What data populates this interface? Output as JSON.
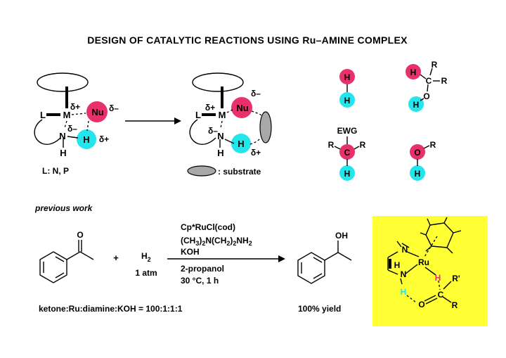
{
  "title": "DESIGN  OF  CATALYTIC  REACTIONS  USING  Ru–AMINE  COMPLEX",
  "colors": {
    "pink": "#e8306a",
    "cyan": "#22e6ec",
    "yellow_box": "#ffff33",
    "substrate_gray": "#a8a8a8"
  },
  "complex_left": {
    "delta_plus": "δ+",
    "delta_minus": "δ–",
    "delta_minus2": "δ–",
    "delta_plus2": "δ+",
    "M": "M",
    "L": "L",
    "N": "N",
    "H": "H",
    "Nu": "Nu",
    "H_nu": "H",
    "ligand_note": "L: N, P"
  },
  "complex_right": {
    "delta_plus": "δ+",
    "delta_minus": "δ–",
    "delta_minus2": "δ–",
    "delta_plus2": "δ+",
    "M": "M",
    "L": "L",
    "N": "N",
    "H": "H",
    "Nu": "Nu",
    "H_nu": "H",
    "substrate_note": ": substrate"
  },
  "bonds_panel": {
    "h2_top": "H",
    "h2_bottom": "H",
    "ch_H": "H",
    "ch_C": "C",
    "ch_R1": "R",
    "ch_R2": "R",
    "ch_O": "O",
    "ch_OH_H": "H",
    "ewg": "EWG",
    "ewg_C": "C",
    "ewg_R1": "R",
    "ewg_R2": "R",
    "ewg_H": "H",
    "oh_O": "O",
    "oh_R": "R",
    "oh_H": "H"
  },
  "previous_work_label": "previous work",
  "reaction": {
    "ketone_O": "O",
    "plus": "+",
    "h2": "H",
    "h2_sub": "2",
    "h2_pressure": "1 atm",
    "reagent1": "Cp*RuCl(cod)",
    "reagent2_parts": [
      "(CH",
      "3",
      ")",
      "2",
      "N(CH",
      "2",
      ")",
      "2",
      "NH",
      "2"
    ],
    "reagent3": "KOH",
    "solvent": "2-propanol",
    "conditions": "30 °C, 1 h",
    "product_OH": "OH",
    "ratio": "ketone:Ru:diamine:KOH = 100:1:1:1",
    "yield": "100% yield"
  },
  "ts_box": {
    "N1": "N",
    "N2": "N",
    "H_N": "H",
    "Ru": "Ru",
    "H_Ru": "H",
    "H_cyan": "H",
    "O": "O",
    "C": "C",
    "R_prime": "R'",
    "R": "R"
  }
}
